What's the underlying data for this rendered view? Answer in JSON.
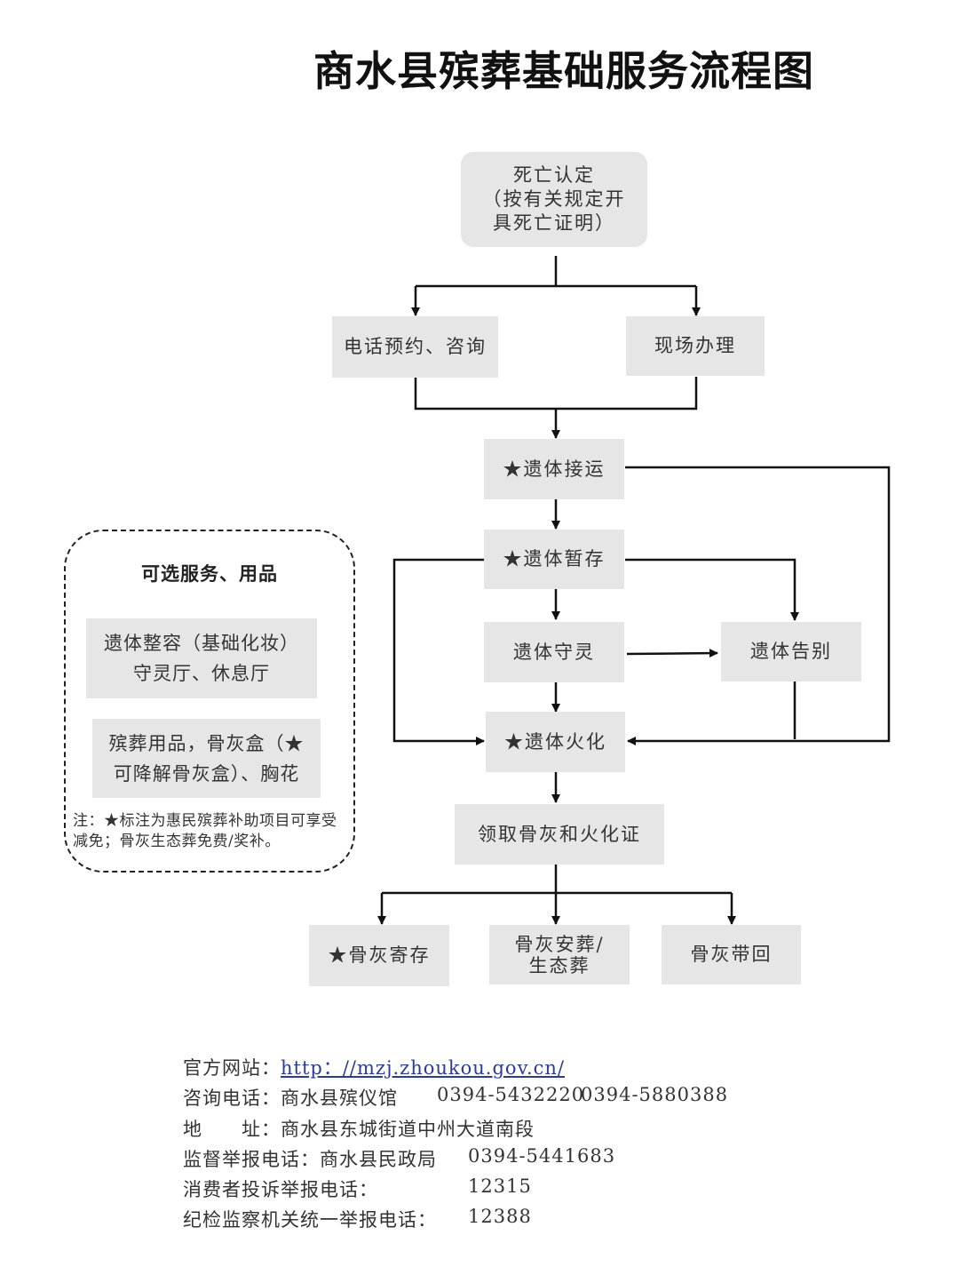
{
  "title": "商水县殡葬基础服务流程图",
  "flow": {
    "death": "死亡认定\n（按有关规定开\n具死亡证明）",
    "phone": "电话预约、咨询",
    "onsite": "现场办理",
    "transport": "★遗体接运",
    "storage": "★遗体暂存",
    "vigil": "遗体守灵",
    "farewell": "遗体告别",
    "cremation": "★遗体火化",
    "collect": "领取骨灰和火化证",
    "deposit": "★骨灰寄存",
    "burial": "骨灰安葬/\n生态葬",
    "takehome": "骨灰带回"
  },
  "side": {
    "title": "可选服务、用品",
    "item1": "遗体整容（基础化妆）\n守灵厅、休息厅",
    "item2": "殡葬用品，骨灰盒（★\n可降解骨灰盒）、胸花",
    "note": "注：★标注为惠民殡葬补助项目可享受减免；骨灰生态葬免费/奖补。"
  },
  "footer": {
    "website_label": "官方网站：",
    "website_url": "http：//mzj.zhoukou.gov.cn/",
    "consult_label": "咨询电话：商水县殡仪馆",
    "consult_phone1": "0394-5432220",
    "consult_phone2": "0394-5880388",
    "address_label": "地　　址：",
    "address_value": "商水县东城街道中州大道南段",
    "supervise_label": "监督举报电话：商水县民政局",
    "supervise_phone": "0394-5441683",
    "consumer_label": "消费者投诉举报电话：",
    "consumer_phone": "12315",
    "discipline_label": "纪检监察机关统一举报电话：",
    "discipline_phone": "12388"
  },
  "colors": {
    "box": "#e6e6e6",
    "line": "#111111",
    "link": "#2a3b9a"
  }
}
